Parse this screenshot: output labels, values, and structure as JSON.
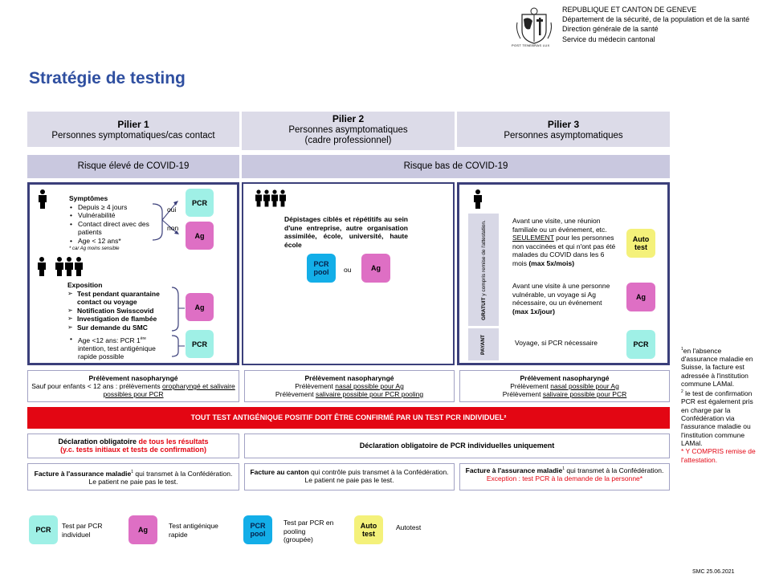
{
  "header": {
    "line1": "REPUBLIQUE ET CANTON DE GENEVE",
    "line2": "Département de la sécurité, de la population et de la santé",
    "line3": "Direction générale de la santé",
    "line4": "Service du médecin cantonal",
    "crest_motto": "POST TENEBRAS LUX"
  },
  "title": "Stratégie de testing",
  "pillars": [
    {
      "name": "Pilier 1",
      "desc": "Personnes symptomatiques/cas contact"
    },
    {
      "name": "Pilier 2",
      "desc": "Personnes asymptomatiques",
      "desc2": "(cadre professionnel)"
    },
    {
      "name": "Pilier 3",
      "desc": "Personnes asymptomatiques"
    }
  ],
  "risk": {
    "high": "Risque élevé de COVID-19",
    "low": "Risque bas de COVID-19"
  },
  "p1": {
    "sym_title": "Symptômes",
    "sym_items": [
      "Depuis ≥ 4 jours",
      "Vulnérabilité",
      "Contact direct avec des patients",
      "Age < 12 ans*"
    ],
    "sym_note": "* car Ag moins sensible",
    "oui": "oui",
    "non": "non",
    "expo_title": "Exposition",
    "expo_items": [
      "Test pendant quarantaine contact ou voyage",
      "Notification Swisscovid",
      "Investigation de flambée",
      "Sur demande du SMC"
    ],
    "age_a": "Age <12 ans: PCR 1",
    "age_sup": "ère",
    "age_b": " intention, test antigénique rapide possible"
  },
  "p2": {
    "text": "Dépistages ciblés et répétitifs au sein d'une entreprise, autre organisation assimilée, école, université, haute école",
    "ou": "ou"
  },
  "p3": {
    "gratuit": "GRATUIT",
    "gratuit_note": " y compris remise de l'attestation.",
    "payant": "PAYANT",
    "t1a": "Avant une visite, une réunion familiale ou un événement, etc.",
    "t1b": "SEULEMENT",
    "t1c": " pour les personnes non vaccinées et qui n'ont pas été malades du COVID dans les 6 mois",
    "t1d": "(max 5x/mois)",
    "t2a": "Avant une visite à une personne vulnérable, un voyage si Ag nécessaire, ou un événement ",
    "t2b": "(max 1x/jour)",
    "t3": "Voyage, si PCR nécessaire"
  },
  "labels": {
    "pcr": "PCR",
    "ag": "Ag",
    "pcr_pool": "PCR pool",
    "auto": "Auto test"
  },
  "prelev": [
    {
      "title": "Prélèvement nasopharyngé",
      "l1a": "Sauf pour enfants < 12 ans : prélèvements ",
      "l1b": "oropharyngé et salivaire possibles pour PCR"
    },
    {
      "title": "Prélèvement nasopharyngé",
      "l1a": "Prélèvement ",
      "l1b": "nasal possible pour Ag",
      "l2a": "Prélèvement ",
      "l2b": "salivaire possible pour PCR pooling"
    },
    {
      "title": "Prélèvement nasopharyngé",
      "l1a": "Prélèvement ",
      "l1b": "nasal possible pour Ag",
      "l2a": "Prélèvement ",
      "l2b": "salivaire possible pour PCR"
    }
  ],
  "banner": "TOUT TEST ANTIGÉNIQUE POSITIF DOIT ÊTRE CONFIRMÉ PAR UN TEST PCR INDIVIDUEL²",
  "decl": {
    "left_a": "Déclaration obligatoire ",
    "left_b": "de tous les résultats",
    "left_c": "(y.c. tests initiaux et tests de confirmation)",
    "right": "Déclaration obligatoire de PCR individuelles uniquement"
  },
  "fact": [
    {
      "a": "Facture à l'assurance maladie",
      "sup": "1",
      "b": " qui transmet à la Confédération. Le patient ne paie pas le test."
    },
    {
      "a": "Facture au canton",
      "b": " qui contrôle puis transmet à la Confédération. Le patient ne paie pas le test."
    },
    {
      "a": "Facture à l'assurance maladie",
      "sup": "1",
      "b": " qui transmet à la Confédération.",
      "c": "Exception : test PCR à la demande de la personne*"
    }
  ],
  "footnotes": {
    "n1": "en l'absence d'assurance maladie en Suisse, la facture est adressée à l'institution commune LAMal.",
    "n2": "le test de confirmation PCR est également pris en charge par la Confédération via l'assurance maladie ou l'institution commune LAMal.",
    "n3": "* Y COMPRIS remise de l'attestation."
  },
  "legend": [
    {
      "label": "PCR",
      "desc": "Test par PCR individuel"
    },
    {
      "label": "Ag",
      "desc": "Test antigénique rapide"
    },
    {
      "label": "PCR pool",
      "desc": "Test par PCR en pooling (groupée)"
    },
    {
      "label": "Auto test",
      "desc": "Autotest"
    }
  ],
  "stamp": "SMC 25.06.2021",
  "colors": {
    "title": "#2f4fa0",
    "pcr": "#9ff0e6",
    "ag": "#de6fc4",
    "pool": "#13aee8",
    "auto": "#f4f17a",
    "banner": "#e30613",
    "frame": "#3b3f7a"
  }
}
